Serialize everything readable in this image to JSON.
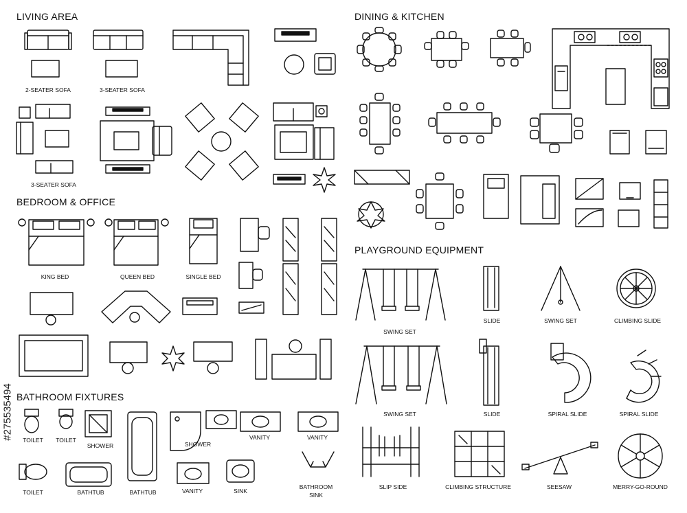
{
  "sections": {
    "living": "LIVING AREA",
    "dining": "DINING & KITCHEN",
    "bedroom": "BEDROOM & OFFICE",
    "playground": "PLAYGROUND EQUIPMENT",
    "bathroom": "BATHROOM FIXTURES"
  },
  "labels": {
    "sofa2": "2-SEATER SOFA",
    "sofa3": "3-SEATER SOFA",
    "sofa3b": "3-SEATER SOFA",
    "king_bed": "KING BED",
    "queen_bed": "QUEEN BED",
    "single_bed": "SINGLE BED",
    "swing1": "SWING SET",
    "slide1": "SLIDE",
    "swing2": "SWING SET",
    "climbing_slide": "CLIMBING SLIDE",
    "swing3": "SWING SET",
    "slide2": "SLIDE",
    "spiral1": "SPIRAL SLIDE",
    "spiral2": "SPIRAL SLIDE",
    "slip_side": "SLIP SIDE",
    "climbing_structure": "CLIMBING STRUCTURE",
    "seesaw": "SEESAW",
    "merry": "MERRY-GO-ROUND",
    "toilet1": "TOILET",
    "toilet2": "TOILET",
    "shower1": "SHOWER",
    "shower2": "SHOWER",
    "vanity1": "VANITY",
    "vanity2": "VANITY",
    "toilet3": "TOILET",
    "bathtub1": "BATHTUB",
    "bathtub2": "BATHTUB",
    "vanity3": "VANITY",
    "sink": "SINK",
    "bath_sink_1": "BATHROOM",
    "bath_sink_2": "SINK"
  },
  "side_id": "#275535494"
}
